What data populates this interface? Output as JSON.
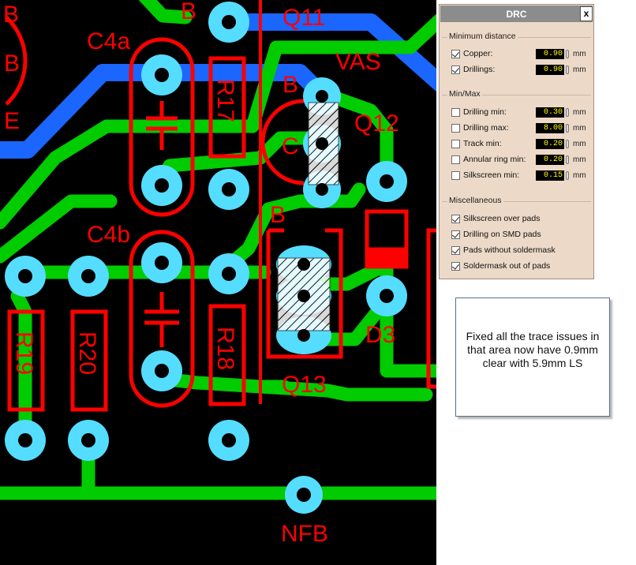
{
  "pcb": {
    "labels": {
      "b_top_left": "B",
      "b_left_mid": "B",
      "e_left": "E",
      "c4a": "C4a",
      "c4b": "C4b",
      "b_top": "B",
      "q11": "Q11",
      "vas": "VAS",
      "r17": "R17",
      "b_q12": "B",
      "c_q12": "C",
      "q12": "Q12",
      "b_q13": "B",
      "r19": "R19",
      "r20": "R20",
      "r18": "R18",
      "d3": "D3",
      "q13": "Q13",
      "nfb": "NFB"
    },
    "colors": {
      "background": "#000000",
      "silkscreen": "#ff0000",
      "top_trace": "#00cc00",
      "bottom_trace": "#1a66ff",
      "pad": "#55ddff"
    }
  },
  "drc": {
    "title": "DRC",
    "close": "x",
    "min_distance": {
      "title": "Minimum distance",
      "rows": [
        {
          "label": "Copper:",
          "value": "0.90",
          "unit": "mm",
          "checked": true
        },
        {
          "label": "Drillings:",
          "value": "0.90",
          "unit": "mm",
          "checked": true
        }
      ]
    },
    "minmax": {
      "title": "Min/Max",
      "rows": [
        {
          "label": "Drilling min:",
          "value": "0.30",
          "unit": "mm",
          "checked": false
        },
        {
          "label": "Drilling max:",
          "value": "8.00",
          "unit": "mm",
          "checked": false
        },
        {
          "label": "Track min:",
          "value": "0.20",
          "unit": "mm",
          "checked": false
        },
        {
          "label": "Annular ring min:",
          "value": "0.20",
          "unit": "mm",
          "checked": false
        },
        {
          "label": "Silkscreen min:",
          "value": "0.15",
          "unit": "mm",
          "checked": false
        }
      ]
    },
    "misc": {
      "title": "Miscellaneous",
      "rows": [
        {
          "label": "Silkscreen over pads",
          "checked": true
        },
        {
          "label": "Drilling on SMD pads",
          "checked": true
        },
        {
          "label": "Pads without soldermask",
          "checked": true
        },
        {
          "label": "Soldermask out of pads",
          "checked": true
        }
      ]
    }
  },
  "note": {
    "text": "Fixed all the trace issues in that area now have 0.9mm clear with 5.9mm LS"
  }
}
